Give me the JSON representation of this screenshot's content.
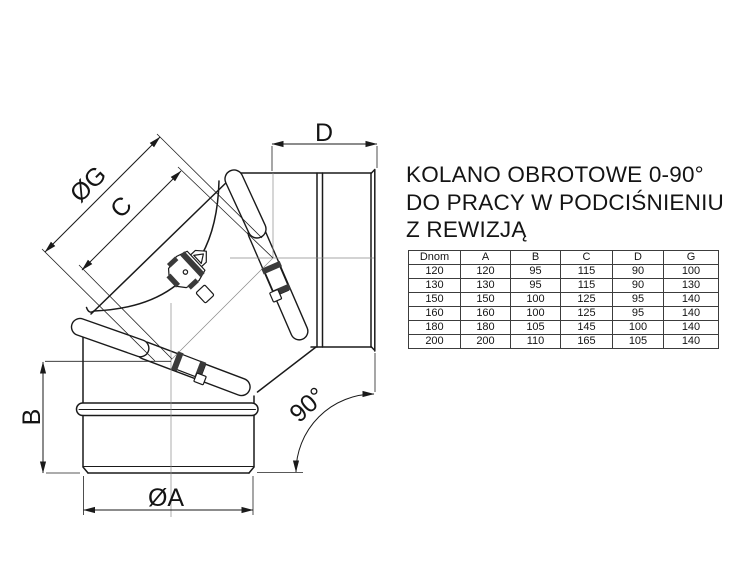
{
  "product": {
    "title_lines": [
      "KOLANO OBROTOWE 0-90°",
      "DO PRACY W PODCIŚNIENIU",
      "Z REWIZJĄ"
    ]
  },
  "diagram": {
    "labels": {
      "outlet_length": "D",
      "flange_diameter": "ØG",
      "body_length": "C",
      "inlet_length": "B",
      "inlet_diameter": "ØA",
      "angle": "90°"
    }
  },
  "dimensions_table": {
    "headers": [
      "Dnom",
      "A",
      "B",
      "C",
      "D",
      "G"
    ],
    "rows": [
      [
        "120",
        "120",
        "95",
        "115",
        "90",
        "100"
      ],
      [
        "130",
        "130",
        "95",
        "115",
        "90",
        "130"
      ],
      [
        "150",
        "150",
        "100",
        "125",
        "95",
        "140"
      ],
      [
        "160",
        "160",
        "100",
        "125",
        "95",
        "140"
      ],
      [
        "180",
        "180",
        "105",
        "145",
        "100",
        "140"
      ],
      [
        "200",
        "200",
        "110",
        "165",
        "105",
        "140"
      ]
    ]
  },
  "colors": {
    "line": "#1a1a1a",
    "construction": "#8a8a8a",
    "background": "#ffffff"
  }
}
